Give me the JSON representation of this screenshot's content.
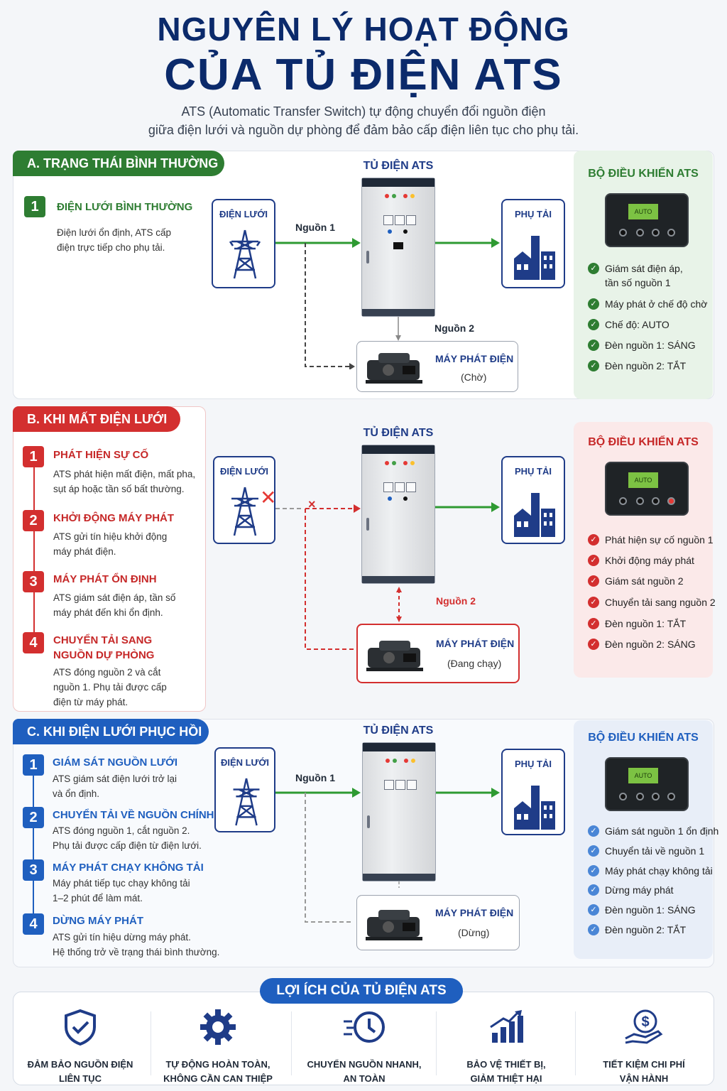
{
  "header": {
    "title_line1": "NGUYÊN LÝ HOẠT ĐỘNG",
    "title_line2": "CỦA TỦ ĐIỆN ATS",
    "subtitle_line1": "ATS (Automatic Transfer Switch) tự động chuyển đổi nguồn điện",
    "subtitle_line2": "giữa điện lưới và nguồn dự phòng để đảm bảo cấp điện liên tục cho phụ tải."
  },
  "section_a": {
    "title": "A. TRẠNG THÁI BÌNH THƯỜNG",
    "step": {
      "num": "1",
      "title": "ĐIỆN LƯỚI BÌNH THƯỜNG",
      "desc": [
        "Điện lưới ổn định, ATS cấp",
        "điện trực tiếp cho phụ tải."
      ]
    },
    "grid_label": "ĐIỆN LƯỚI",
    "cabinet_label": "TỦ ĐIỆN ATS",
    "load_label": "PHỤ TẢI",
    "source1": "Nguồn 1",
    "source2": "Nguồn 2",
    "generator": {
      "title": "MÁY PHÁT ĐIỆN",
      "status": "(Chờ)"
    },
    "controller": {
      "title": "BỘ ĐIỀU KHIỂN ATS",
      "screen": "AUTO",
      "items": [
        "Giám sát điện áp,",
        "tần số nguồn 1",
        "Máy phát ở chế độ chờ",
        "Chế độ: AUTO",
        "Đèn nguồn 1: SÁNG",
        "Đèn nguồn 2: TẮT"
      ]
    }
  },
  "section_b": {
    "title": "B. KHI MẤT ĐIỆN LƯỚI",
    "steps": [
      {
        "num": "1",
        "title": "PHÁT HIỆN SỰ CỐ",
        "desc": [
          "ATS phát hiện mất điện, mất pha,",
          "sụt áp hoặc tần số bất thường."
        ]
      },
      {
        "num": "2",
        "title": "KHỞI ĐỘNG MÁY PHÁT",
        "desc": [
          "ATS gửi tín hiệu khởi động",
          "máy phát điện."
        ]
      },
      {
        "num": "3",
        "title": "MÁY PHÁT ỔN ĐỊNH",
        "desc": [
          "ATS giám sát điện áp, tần số",
          "máy phát đến khi ổn định."
        ]
      },
      {
        "num": "4",
        "title": "CHUYỂN TẢI SANG",
        "title2": "NGUỒN DỰ PHÒNG",
        "desc": [
          "ATS đóng nguồn 2 và cắt",
          "nguồn 1. Phụ tải được cấp",
          "điện từ máy phát."
        ]
      }
    ],
    "grid_label": "ĐIỆN LƯỚI",
    "cabinet_label": "TỦ ĐIỆN ATS",
    "load_label": "PHỤ TẢI",
    "source2": "Nguồn 2",
    "generator": {
      "title": "MÁY PHÁT ĐIỆN",
      "status": "(Đang chạy)"
    },
    "controller": {
      "title": "BỘ ĐIỀU KHIỂN ATS",
      "screen": "AUTO",
      "items": [
        "Phát hiện sự cố nguồn 1",
        "Khởi động máy phát",
        "Giám sát nguồn 2",
        "Chuyển tải sang nguồn 2",
        "Đèn nguồn 1: TẮT",
        "Đèn nguồn 2: SÁNG"
      ]
    }
  },
  "section_c": {
    "title": "C. KHI ĐIỆN LƯỚI PHỤC HỒI",
    "steps": [
      {
        "num": "1",
        "title": "GIÁM SÁT NGUỒN LƯỚI",
        "desc": [
          "ATS giám sát điện lưới trở lại",
          "và ổn định."
        ]
      },
      {
        "num": "2",
        "title": "CHUYỂN TẢI VỀ NGUỒN CHÍNH",
        "desc": [
          "ATS đóng nguồn 1, cắt nguồn 2.",
          "Phụ tải được cấp điện từ điện lưới."
        ]
      },
      {
        "num": "3",
        "title": "MÁY PHÁT CHẠY KHÔNG TẢI",
        "desc": [
          "Máy phát tiếp tục chạy không tải",
          "1–2 phút để làm mát."
        ]
      },
      {
        "num": "4",
        "title": "DỪNG MÁY PHÁT",
        "desc": [
          "ATS gửi tín hiệu dừng máy phát.",
          "Hệ thống trở về trạng thái bình thường."
        ]
      }
    ],
    "grid_label": "ĐIỆN LƯỚI",
    "cabinet_label": "TỦ ĐIỆN ATS",
    "load_label": "PHỤ TẢI",
    "source1": "Nguồn 1",
    "generator": {
      "title": "MÁY PHÁT ĐIỆN",
      "status": "(Dừng)"
    },
    "controller": {
      "title": "BỘ ĐIỀU KHIỂN ATS",
      "screen": "AUTO",
      "items": [
        "Giám sát nguồn 1 ổn định",
        "Chuyển tải về nguồn 1",
        "Máy phát chạy không tải",
        "Dừng máy phát",
        "Đèn nguồn 1: SÁNG",
        "Đèn nguồn 2: TẮT"
      ]
    }
  },
  "benefits": {
    "title": "LỢI ÍCH CỦA TỦ ĐIỆN ATS",
    "items": [
      {
        "icon": "shield-check-icon",
        "line1": "ĐẢM BẢO NGUỒN ĐIỆN",
        "line2": "LIÊN TỤC"
      },
      {
        "icon": "gear-icon",
        "line1": "TỰ ĐỘNG HOÀN TOÀN,",
        "line2": "KHÔNG CẦN CAN THIỆP"
      },
      {
        "icon": "fast-clock-icon",
        "line1": "CHUYỂN NGUỒN NHANH,",
        "line2": "AN TOÀN"
      },
      {
        "icon": "growth-chart-icon",
        "line1": "BẢO VỆ THIẾT BỊ,",
        "line2": "GIẢM THIỆT HẠI"
      },
      {
        "icon": "money-hand-icon",
        "line1": "TIẾT KIỆM CHI PHÍ",
        "line2": "VẬN HÀNH"
      }
    ]
  },
  "colors": {
    "navy": "#0b2a6b",
    "green": "#2e7d32",
    "red": "#d32f2f",
    "blue": "#1f5fbf"
  }
}
